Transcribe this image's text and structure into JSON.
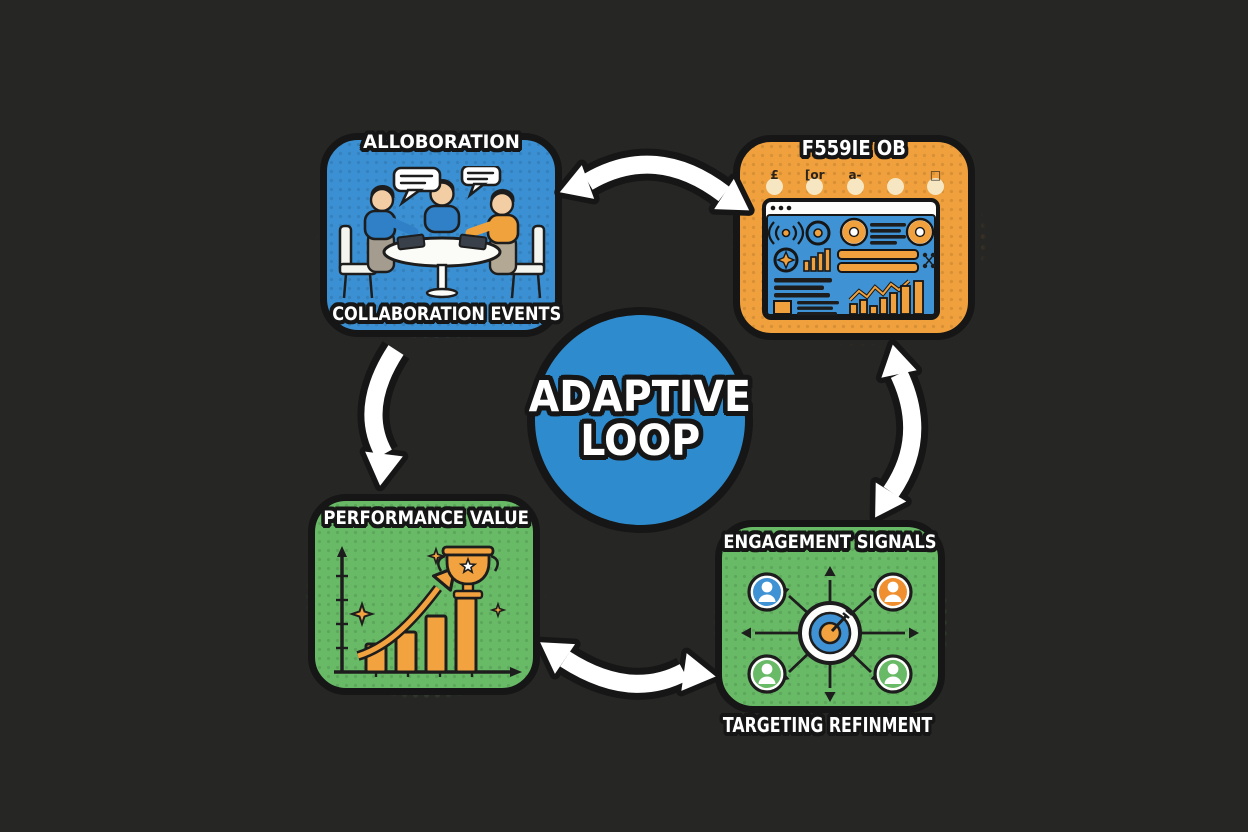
{
  "diagram": {
    "background_color": "#262624",
    "outline_color": "#161616",
    "center": {
      "line1": "ADAPTIVE",
      "line2": "LOOP",
      "color": "#2e8cce"
    },
    "boxes": {
      "collaboration": {
        "title": "ALLOBORATION",
        "caption": "COLLABORATION EVENTS",
        "color": "#3a90d3",
        "icon": "team-meeting-icon"
      },
      "dashboard": {
        "title": "F559IE OB",
        "color": "#f0a03d",
        "icon": "analytics-dashboard-icon",
        "glyphs": [
          "£",
          "[or",
          "a-",
          "",
          "□"
        ]
      },
      "performance": {
        "title": "PERFORMANCE VALUE",
        "color": "#68ba66",
        "icon": "growth-chart-trophy-icon"
      },
      "engagement": {
        "title": "ENGAGEMENT SIGNALS",
        "caption": "TARGETING REFINMENT",
        "color": "#68ba66",
        "icon": "audience-targeting-icon"
      }
    }
  }
}
